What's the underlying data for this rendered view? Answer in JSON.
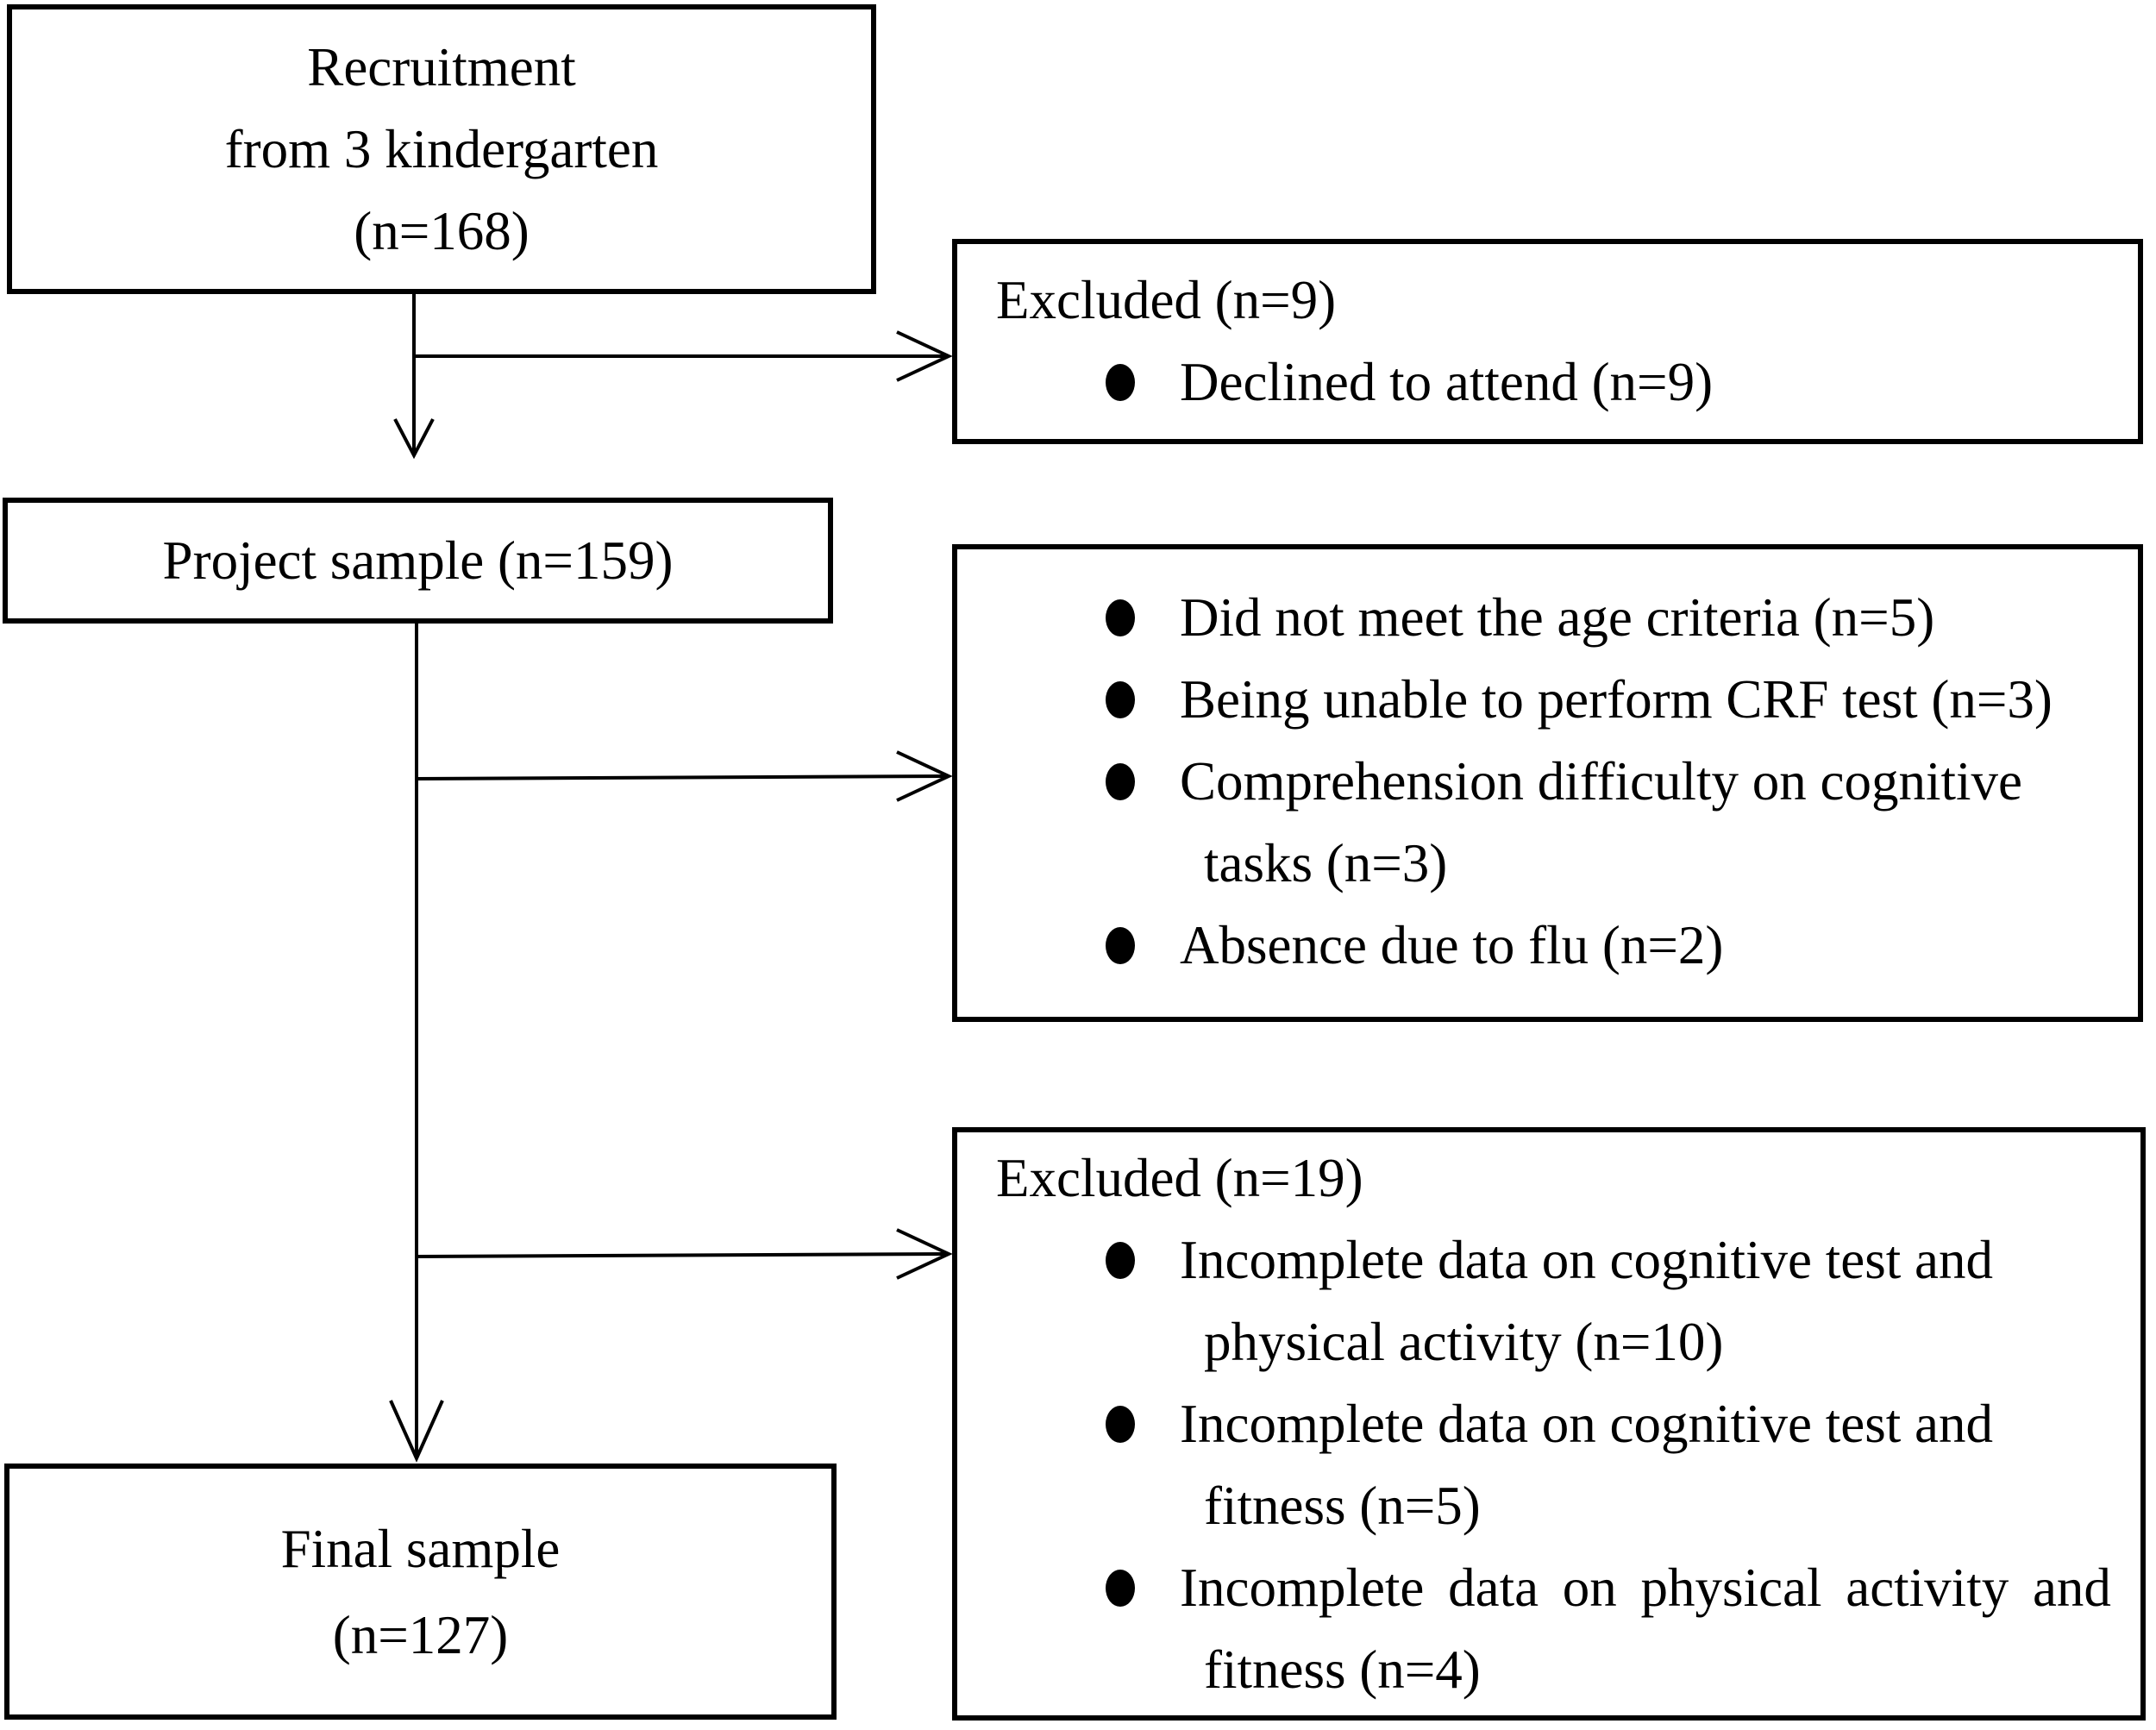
{
  "diagram": {
    "colors": {
      "ink": "#000000",
      "background": "#ffffff"
    },
    "boxes": {
      "recruitment": {
        "lines": [
          {
            "text": "Recruitment"
          },
          {
            "text": "from 3 kindergarten"
          },
          {
            "text": "(n=168)"
          }
        ]
      },
      "excluded_top": {
        "header": "Excluded (n=9)",
        "bullets": [
          {
            "lines": [
              {
                "text": "Declined to attend (n=9)"
              }
            ]
          }
        ]
      },
      "project_sample": {
        "lines": [
          {
            "text": "Project sample (n=159)"
          }
        ]
      },
      "exclusion_reasons": {
        "bullets": [
          {
            "lines": [
              {
                "text": "Did not meet the age criteria (n=5)"
              }
            ]
          },
          {
            "lines": [
              {
                "text": "Being unable to perform CRF test (n=3)"
              }
            ]
          },
          {
            "lines": [
              {
                "text": "Comprehension difficulty on cognitive"
              },
              {
                "text": "tasks (n=3)"
              }
            ]
          },
          {
            "lines": [
              {
                "text": "Absence due to flu (n=2)"
              }
            ]
          }
        ]
      },
      "excluded_bottom": {
        "header": "Excluded (n=19)",
        "bullets": [
          {
            "lines": [
              {
                "text": "Incomplete data on cognitive test and"
              },
              {
                "text": "physical activity (n=10)"
              }
            ]
          },
          {
            "lines": [
              {
                "text": "Incomplete data on cognitive test and"
              },
              {
                "text": "fitness (n=5)"
              }
            ]
          },
          {
            "lines": [
              {
                "text": "Incomplete data on physical activity and"
              },
              {
                "text": "fitness (n=4)"
              }
            ]
          }
        ]
      },
      "final_sample": {
        "lines": [
          {
            "text": "Final sample"
          },
          {
            "text": "(n=127)"
          }
        ]
      }
    }
  }
}
